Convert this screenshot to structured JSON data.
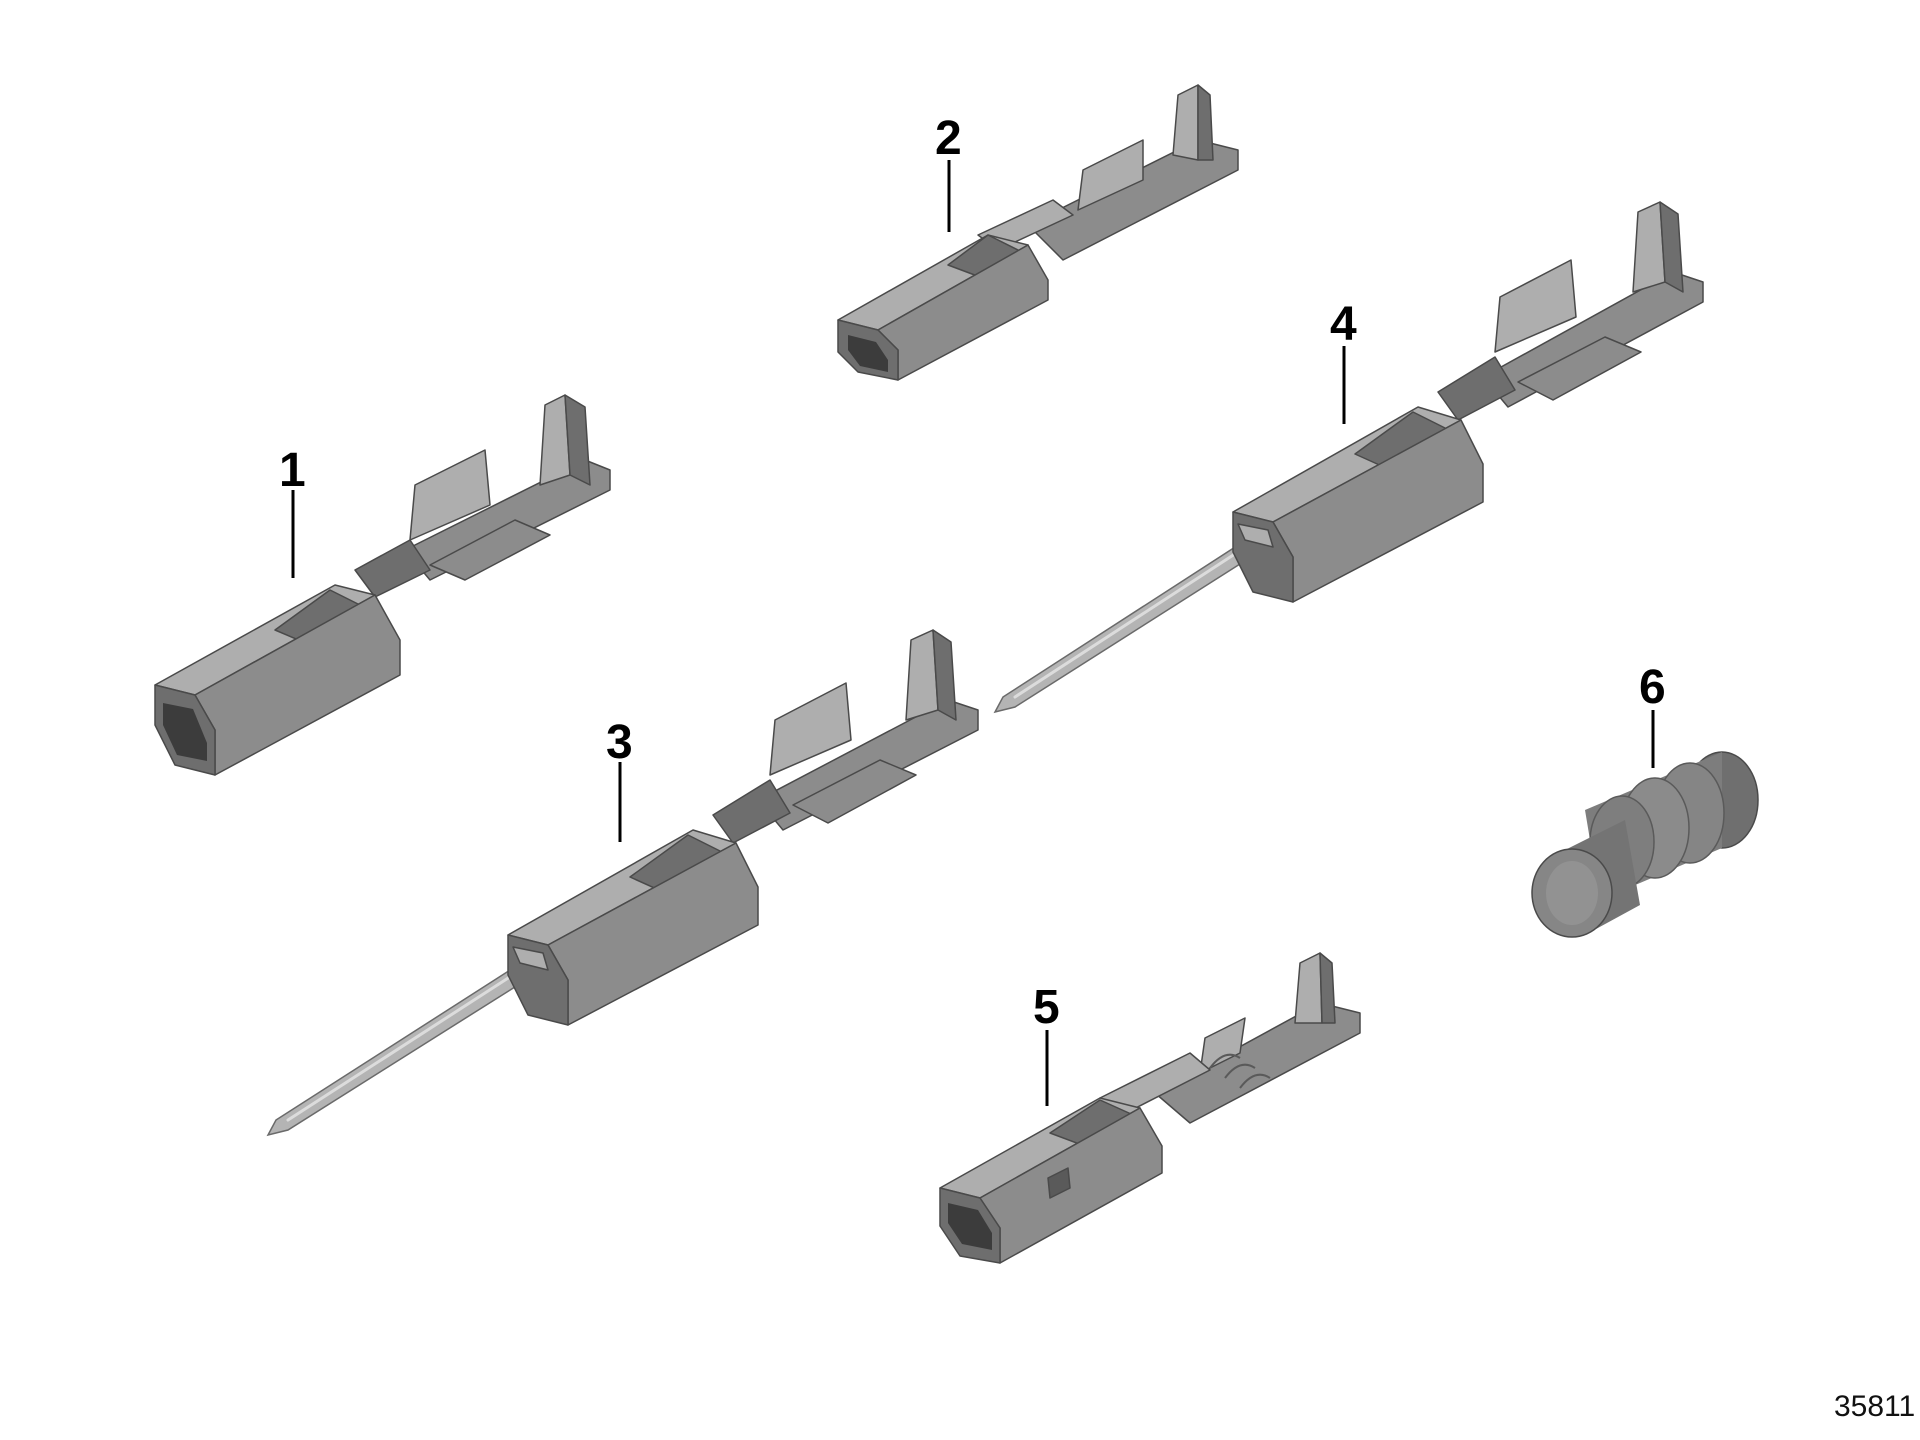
{
  "diagram": {
    "parts": [
      {
        "id": "part-1",
        "label": "1"
      },
      {
        "id": "part-2",
        "label": "2"
      },
      {
        "id": "part-3",
        "label": "3"
      },
      {
        "id": "part-4",
        "label": "4"
      },
      {
        "id": "part-5",
        "label": "5"
      },
      {
        "id": "part-6",
        "label": "6"
      }
    ],
    "reference_code": "35811",
    "colors": {
      "background": "#ffffff",
      "part_gray": "#8c8c8c",
      "label": "#000000"
    }
  }
}
